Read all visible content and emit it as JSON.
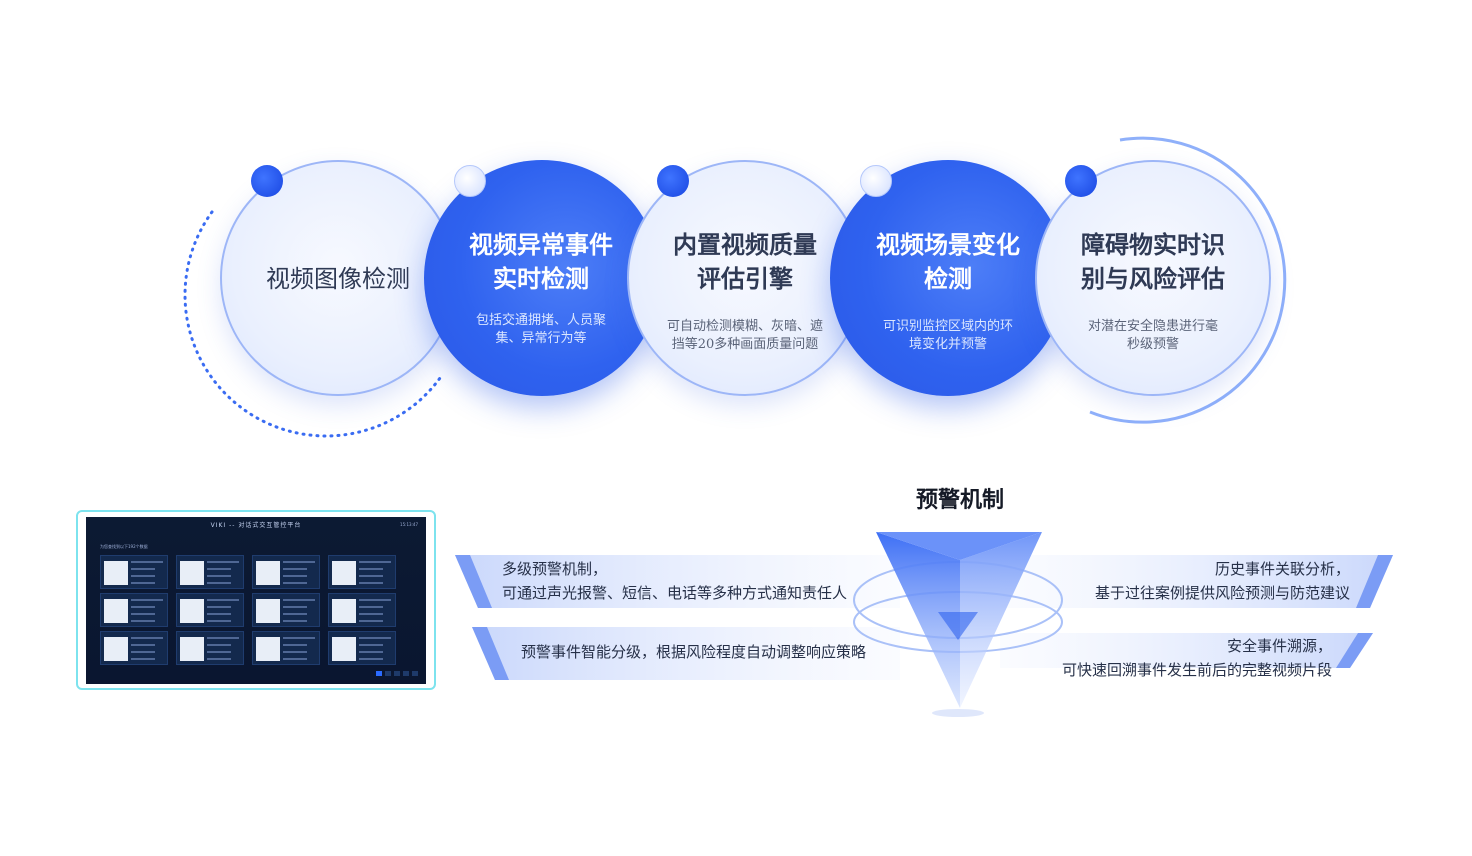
{
  "colors": {
    "primary_blue": "#2f62ef",
    "light_circle": "#eaf0fe",
    "band": "#e3eafd",
    "title_dark": "#2f3a55"
  },
  "circles": [
    {
      "title_lines": [
        "视频图像检测"
      ],
      "desc_lines": [],
      "style": "light"
    },
    {
      "title_lines": [
        "视频异常事件",
        "实时检测"
      ],
      "desc_lines": [
        "包括交通拥堵、人员聚",
        "集、异常行为等"
      ],
      "style": "blue"
    },
    {
      "title_lines": [
        "内置视频质量",
        "评估引擎"
      ],
      "desc_lines": [
        "可自动检测模糊、灰暗、遮",
        "挡等20多种画面质量问题"
      ],
      "style": "light"
    },
    {
      "title_lines": [
        "视频场景变化",
        "检测"
      ],
      "desc_lines": [
        "可识别监控区域内的环",
        "境变化并预警"
      ],
      "style": "blue"
    },
    {
      "title_lines": [
        "障碍物实时识",
        "别与风险评估"
      ],
      "desc_lines": [
        "对潜在安全隐患进行毫",
        "秒级预警"
      ],
      "style": "light"
    }
  ],
  "warning": {
    "title": "预警机制",
    "left_items": [
      {
        "lines": [
          "多级预警机制，",
          "可通过声光报警、短信、电话等多种方式通知责任人"
        ]
      },
      {
        "lines": [
          "预警事件智能分级，根据风险程度自动调整响应策略"
        ]
      }
    ],
    "right_items": [
      {
        "lines": [
          "历史事件关联分析，",
          "基于过往案例提供风险预测与防范建议"
        ]
      },
      {
        "lines": [
          "安全事件溯源，",
          "可快速回溯事件发生前后的完整视频片段"
        ]
      }
    ]
  },
  "screenshot": {
    "title": "VIKI -- 对话式交互管控平台",
    "time": "15:13:47",
    "subtitle": "为您查找到以下192个数据"
  }
}
